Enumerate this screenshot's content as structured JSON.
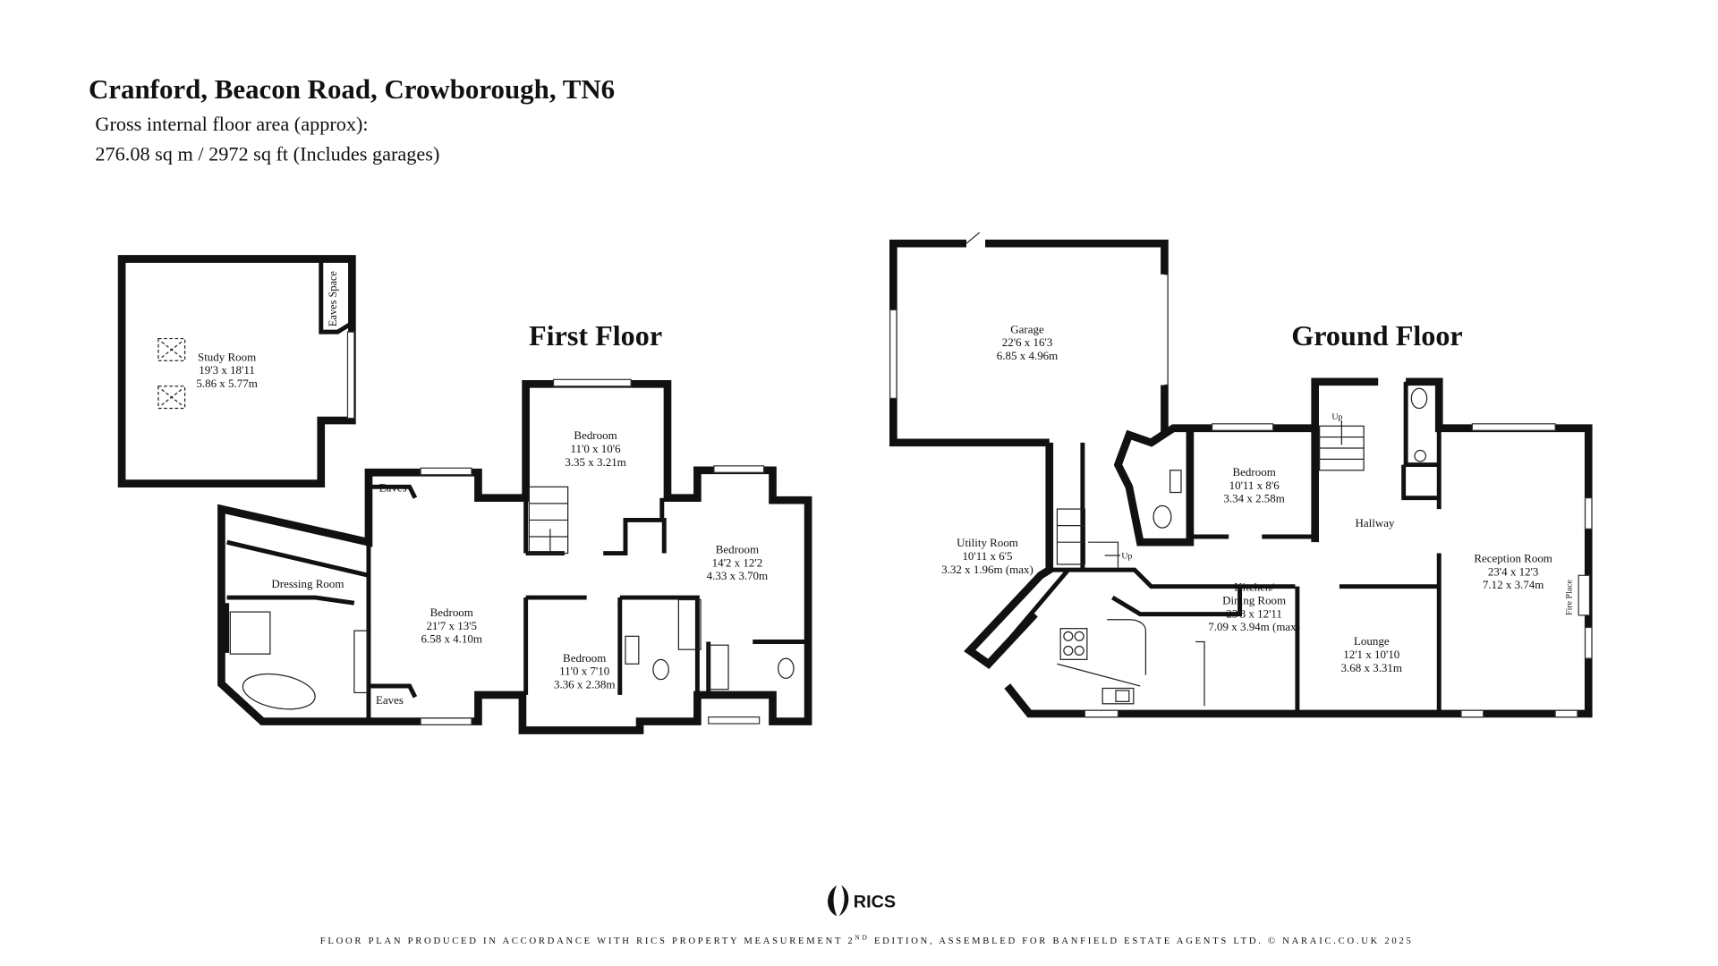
{
  "header": {
    "title": "Cranford, Beacon Road, Crowborough, TN6",
    "area_label": "Gross internal floor area (approx):",
    "area_value": "276.08 sq m / 2972 sq ft (Includes garages)"
  },
  "first_floor": {
    "label": "First Floor",
    "rooms": [
      {
        "name": "Study Room",
        "imperial": "19'3 x 18'11",
        "metric": "5.86 x 5.77m"
      },
      {
        "name": "Bedroom",
        "imperial": "21'7 x 13'5",
        "metric": "6.58 x 4.10m"
      },
      {
        "name": "Bedroom",
        "imperial": "11'0 x 10'6",
        "metric": "3.35 x 3.21m"
      },
      {
        "name": "Bedroom",
        "imperial": "14'2 x 12'2",
        "metric": "4.33 x 3.70m"
      },
      {
        "name": "Bedroom",
        "imperial": "11'0 x 7'10",
        "metric": "3.36 x 2.38m"
      },
      {
        "name": "Dressing Room"
      },
      {
        "name": "Eaves"
      },
      {
        "name": "Eaves"
      }
    ],
    "eaves_space": "Eaves Space"
  },
  "ground_floor": {
    "label": "Ground Floor",
    "rooms": [
      {
        "name": "Garage",
        "imperial": "22'6 x 16'3",
        "metric": "6.85 x 4.96m"
      },
      {
        "name": "Bedroom",
        "imperial": "10'11 x 8'6",
        "metric": "3.34 x 2.58m"
      },
      {
        "name": "Hallway"
      },
      {
        "name": "Utility Room",
        "imperial": "10'11 x 6'5",
        "metric": "3.32 x 1.96m (max)"
      },
      {
        "name": "Kitchen/",
        "name2": "Dining Room",
        "imperial": "23'3 x 12'11",
        "metric": "7.09 x 3.94m (max)"
      },
      {
        "name": "Lounge",
        "imperial": "12'1 x 10'10",
        "metric": "3.68 x 3.31m"
      },
      {
        "name": "Reception Room",
        "imperial": "23'4 x 12'3",
        "metric": "7.12 x 3.74m"
      }
    ],
    "fire_place": "Fire Place",
    "up_labels": [
      "Up",
      "Up"
    ]
  },
  "footer": {
    "logo_text": "RICS",
    "statement_pre": "FLOOR PLAN PRODUCED IN ACCORDANCE WITH RICS PROPERTY MEASUREMENT 2",
    "statement_sup": "ND",
    "statement_post": " EDITION, ASSEMBLED FOR BANFIELD ESTATE AGENTS LTD. © NARAIC.CO.UK 2025"
  }
}
